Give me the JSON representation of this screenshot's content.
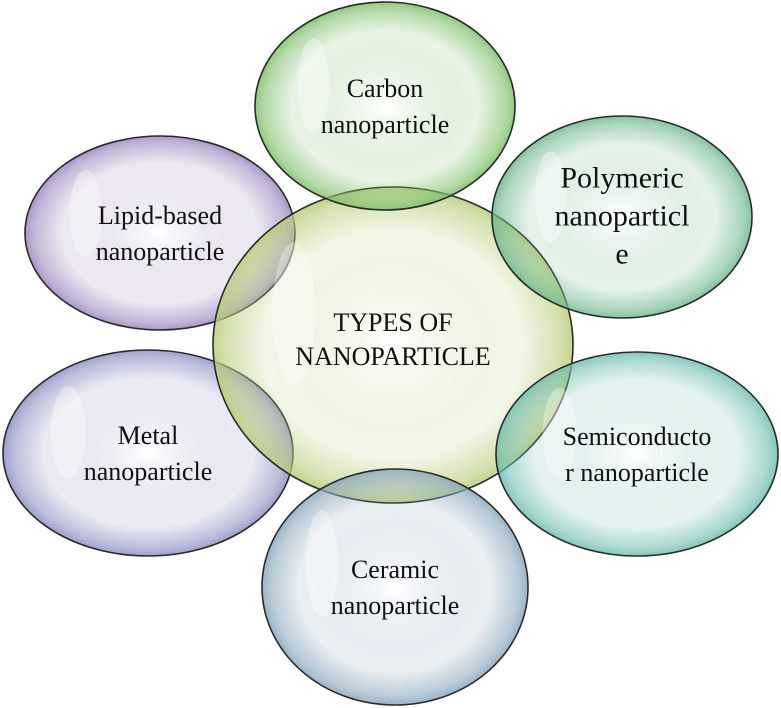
{
  "center": {
    "lines": [
      "TYPES OF",
      "NANOPARTICLE"
    ],
    "color": "#b9cc7a"
  },
  "nodes": [
    {
      "id": "carbon",
      "lines": [
        "Carbon",
        "nanoparticle"
      ],
      "color": "#7fbf6a"
    },
    {
      "id": "polymeric",
      "lines": [
        "Polymeric",
        "nanoparticl",
        "e"
      ],
      "color": "#6fb88e"
    },
    {
      "id": "semiconductor",
      "lines": [
        "Semiconducto",
        "r nanoparticle"
      ],
      "color": "#6fbdb0"
    },
    {
      "id": "ceramic",
      "lines": [
        "Ceramic",
        "nanoparticle"
      ],
      "color": "#8aa7bd"
    },
    {
      "id": "metal",
      "lines": [
        "Metal",
        "nanoparticle"
      ],
      "color": "#8d8fc2"
    },
    {
      "id": "lipid",
      "lines": [
        "Lipid-based",
        "nanoparticle"
      ],
      "color": "#9b86bd"
    }
  ]
}
